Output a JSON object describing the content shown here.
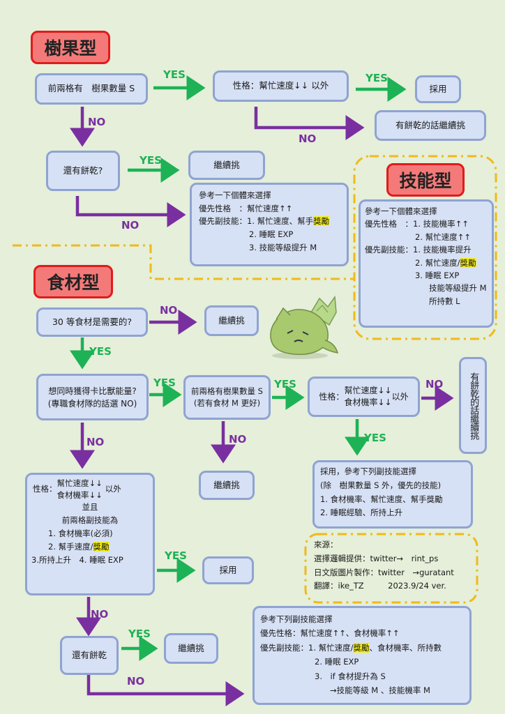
{
  "titles": {
    "berry": "樹果型",
    "skill": "技能型",
    "ingredient": "食材型"
  },
  "yes": "YES",
  "no": "NO",
  "berry": {
    "q1": "前兩格有　樹果數量 S",
    "q2": "性格：幫忙速度↓↓ 以外",
    "adopt": "採用",
    "keep_if_cookie": "有餅乾的話繼續挑",
    "q3": "還有餅乾?",
    "keep": "繼續挑",
    "ref": {
      "l1": "參考一下個體來選擇",
      "l2": "優先性格　：幫忙速度↑↑",
      "l3a": "優先副技能：1. 幫忙速度、幫手",
      "l3b": "獎勵",
      "l4": "2. 睡眠 EXP",
      "l5": "3. 技能等級提升 M"
    }
  },
  "skill": {
    "l1": "參考一下個體來選擇",
    "l2": "優先性格　：1. 技能機率↑↑",
    "l3": "2. 幫忙速度↑↑",
    "l4": "優先副技能：1. 技能機率提升",
    "l5a": "2. 幫忙速度/",
    "l5b": "獎勵",
    "l6": "3. 睡眠 EXP",
    "l7": "技能等級提升 M",
    "l8": "所持數 L"
  },
  "ingredient": {
    "q1": "30 等食材是需要的?",
    "keep1": "繼續挑",
    "q2a": "想同時獲得卡比獸能量?",
    "q2b": "(專職食材隊的話選 NO)",
    "q3a": "前兩格有樹果數量 S",
    "q3b": "(若有食材 M 更好)",
    "q4a": "幫忙速度↓↓",
    "q4b": "食材機率↓↓",
    "q4p": "性格：",
    "q4s": "以外",
    "cookie_vertical": "有餅乾的話繼續挑",
    "keep2": "繼續挑",
    "adoptRef": {
      "l1": "採用，參考下列副技能選擇",
      "l2": "(除　樹果數量 S 外，優先的技能)",
      "l3": "1. 食材機率、幫忙速度、幫手獎勵",
      "l4": "2. 睡眠經驗、所持上升"
    },
    "big": {
      "p": "性格：",
      "a": "幫忙速度↓↓",
      "b": "食材機率↓↓",
      "s": "以外",
      "l3": "並且",
      "l4": "前兩格副技能為",
      "l5": "1. 食材機率(必須)",
      "l6a": "2. 幫手速度/",
      "l6b": "獎勵",
      "l7": "3.所持上升　4. 睡眠 EXP"
    },
    "adopt": "採用",
    "q5": "還有餅乾",
    "keep3": "繼續挑",
    "last": {
      "l1": "參考下列副技能選擇",
      "l2": "優先性格：幫忙速度↑↑、食材機率↑↑",
      "l3a": "優先副技能：1. 幫忙速度/",
      "l3b": "獎勵",
      "l3c": "、食材機率、所持數",
      "l4": "2. 睡眠 EXP",
      "l5": "3.　if 食材提升為 S",
      "l6": "→技能等級 M 、技能機率 M"
    }
  },
  "source": {
    "l1": "來源：",
    "l2": "選擇邏輯提供：twitter→　rint_ps",
    "l3": "日文版圖片製作：twitter　→guratant",
    "l4": "翻譯：ike_TZ　　　2023.9/24 ver."
  },
  "colors": {
    "yes": "#1db255",
    "no": "#7a2fa0",
    "dash": "#f0b91c",
    "box": "#d7e1f5",
    "border": "#8fa3d2",
    "title": "#f47a7a"
  }
}
